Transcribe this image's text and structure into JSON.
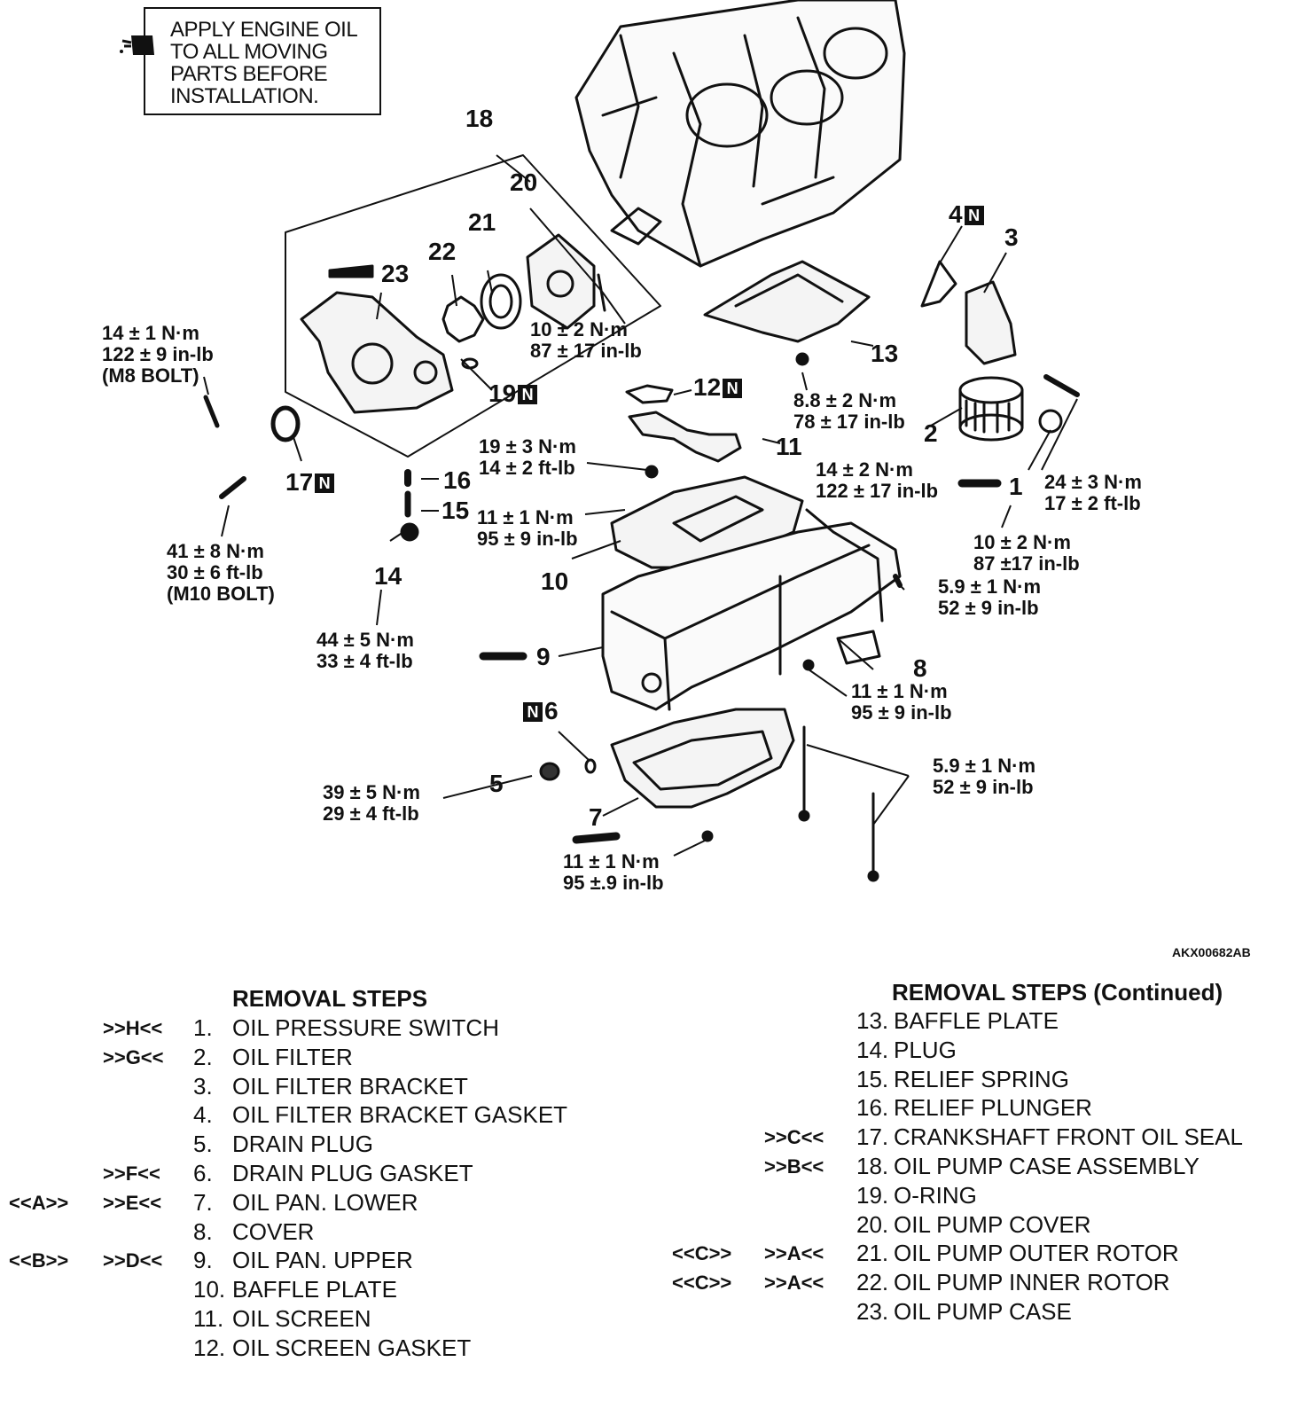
{
  "note": {
    "lines": [
      "APPLY ENGINE OIL",
      "TO ALL MOVING",
      "PARTS BEFORE",
      "INSTALLATION."
    ],
    "icon": "oil-can-icon"
  },
  "callouts": {
    "c1": "1",
    "c2": "2",
    "c3": "3",
    "c4": "4",
    "c5": "5",
    "c6": "6",
    "c7": "7",
    "c8": "8",
    "c9": "9",
    "c10": "10",
    "c11": "11",
    "c12": "12",
    "c13": "13",
    "c14": "14",
    "c15": "15",
    "c16": "16",
    "c17": "17",
    "c18": "18",
    "c19": "19",
    "c20": "20",
    "c21": "21",
    "c22": "22",
    "c23": "23",
    "n_mark": "N"
  },
  "torques": {
    "t_m8": [
      "14 ± 1 N·m",
      "122 ± 9 in-lb",
      "(M8 BOLT)"
    ],
    "t_cover": [
      "10 ± 2 N·m",
      "87 ± 17 in-lb"
    ],
    "t_baffle13": [
      "8.8 ± 2 N·m",
      "78 ± 17 in-lb"
    ],
    "t_screen": [
      "19 ± 3 N·m",
      "14 ± 2 ft-lb"
    ],
    "t_filter": [
      "14 ± 2 N·m",
      "122 ± 17 in-lb"
    ],
    "t_switch": [
      "24 ± 3 N·m",
      "17 ± 2 ft-lb"
    ],
    "t_baffle10": [
      "11 ± 1 N·m",
      "95 ± 9 in-lb"
    ],
    "t_bracket": [
      "10 ± 2 N·m",
      "87 ±17 in-lb"
    ],
    "t_m10": [
      "41 ± 8 N·m",
      "30 ± 6 ft-lb",
      "(M10 BOLT)"
    ],
    "t_panbolt": [
      "5.9 ± 1 N·m",
      "52 ± 9 in-lb"
    ],
    "t_plug": [
      "44 ± 5 N·m",
      "33 ± 4 ft-lb"
    ],
    "t_cover8": [
      "11 ± 1 N·m",
      "95 ± 9 in-lb"
    ],
    "t_stud": [
      "5.9 ± 1 N·m",
      "52 ± 9 in-lb"
    ],
    "t_drain": [
      "39 ± 5 N·m",
      "29 ± 4 ft-lb"
    ],
    "t_lowerpan": [
      "11 ± 1 N·m",
      "95 ±.9 in-lb"
    ]
  },
  "figure_code": "AKX00682AB",
  "steps_left": {
    "heading": "REMOVAL STEPS",
    "rows": [
      {
        "pre": "",
        "post": ">>H<<",
        "num": "1.",
        "label": "OIL PRESSURE SWITCH"
      },
      {
        "pre": "",
        "post": ">>G<<",
        "num": "2.",
        "label": "OIL FILTER"
      },
      {
        "pre": "",
        "post": "",
        "num": "3.",
        "label": "OIL FILTER BRACKET"
      },
      {
        "pre": "",
        "post": "",
        "num": "4.",
        "label": "OIL FILTER BRACKET GASKET"
      },
      {
        "pre": "",
        "post": "",
        "num": "5.",
        "label": "DRAIN PLUG"
      },
      {
        "pre": "",
        "post": ">>F<<",
        "num": "6.",
        "label": "DRAIN PLUG GASKET"
      },
      {
        "pre": "<<A>>",
        "post": ">>E<<",
        "num": "7.",
        "label": "OIL PAN. LOWER"
      },
      {
        "pre": "",
        "post": "",
        "num": "8.",
        "label": "COVER"
      },
      {
        "pre": "<<B>>",
        "post": ">>D<<",
        "num": "9.",
        "label": "OIL PAN. UPPER"
      },
      {
        "pre": "",
        "post": "",
        "num": "10.",
        "label": "BAFFLE PLATE"
      },
      {
        "pre": "",
        "post": "",
        "num": "11.",
        "label": "OIL SCREEN"
      },
      {
        "pre": "",
        "post": "",
        "num": "12.",
        "label": "OIL SCREEN GASKET"
      }
    ]
  },
  "steps_right": {
    "heading": "REMOVAL STEPS (Continued)",
    "rows": [
      {
        "pre": "",
        "post": "",
        "num": "13.",
        "label": "BAFFLE PLATE"
      },
      {
        "pre": "",
        "post": "",
        "num": "14.",
        "label": "PLUG"
      },
      {
        "pre": "",
        "post": "",
        "num": "15.",
        "label": "RELIEF SPRING"
      },
      {
        "pre": "",
        "post": "",
        "num": "16.",
        "label": "RELIEF PLUNGER"
      },
      {
        "pre": "",
        "post": ">>C<<",
        "num": "17.",
        "label": "CRANKSHAFT FRONT OIL SEAL"
      },
      {
        "pre": "",
        "post": ">>B<<",
        "num": "18.",
        "label": "OIL PUMP CASE ASSEMBLY"
      },
      {
        "pre": "",
        "post": "",
        "num": "19.",
        "label": "O-RING"
      },
      {
        "pre": "",
        "post": "",
        "num": "20.",
        "label": "OIL PUMP COVER"
      },
      {
        "pre": "<<C>>",
        "post": ">>A<<",
        "num": "21.",
        "label": "OIL PUMP OUTER ROTOR"
      },
      {
        "pre": "<<C>>",
        "post": ">>A<<",
        "num": "22.",
        "label": "OIL PUMP INNER ROTOR"
      },
      {
        "pre": "",
        "post": "",
        "num": "23.",
        "label": "OIL PUMP CASE"
      }
    ]
  }
}
